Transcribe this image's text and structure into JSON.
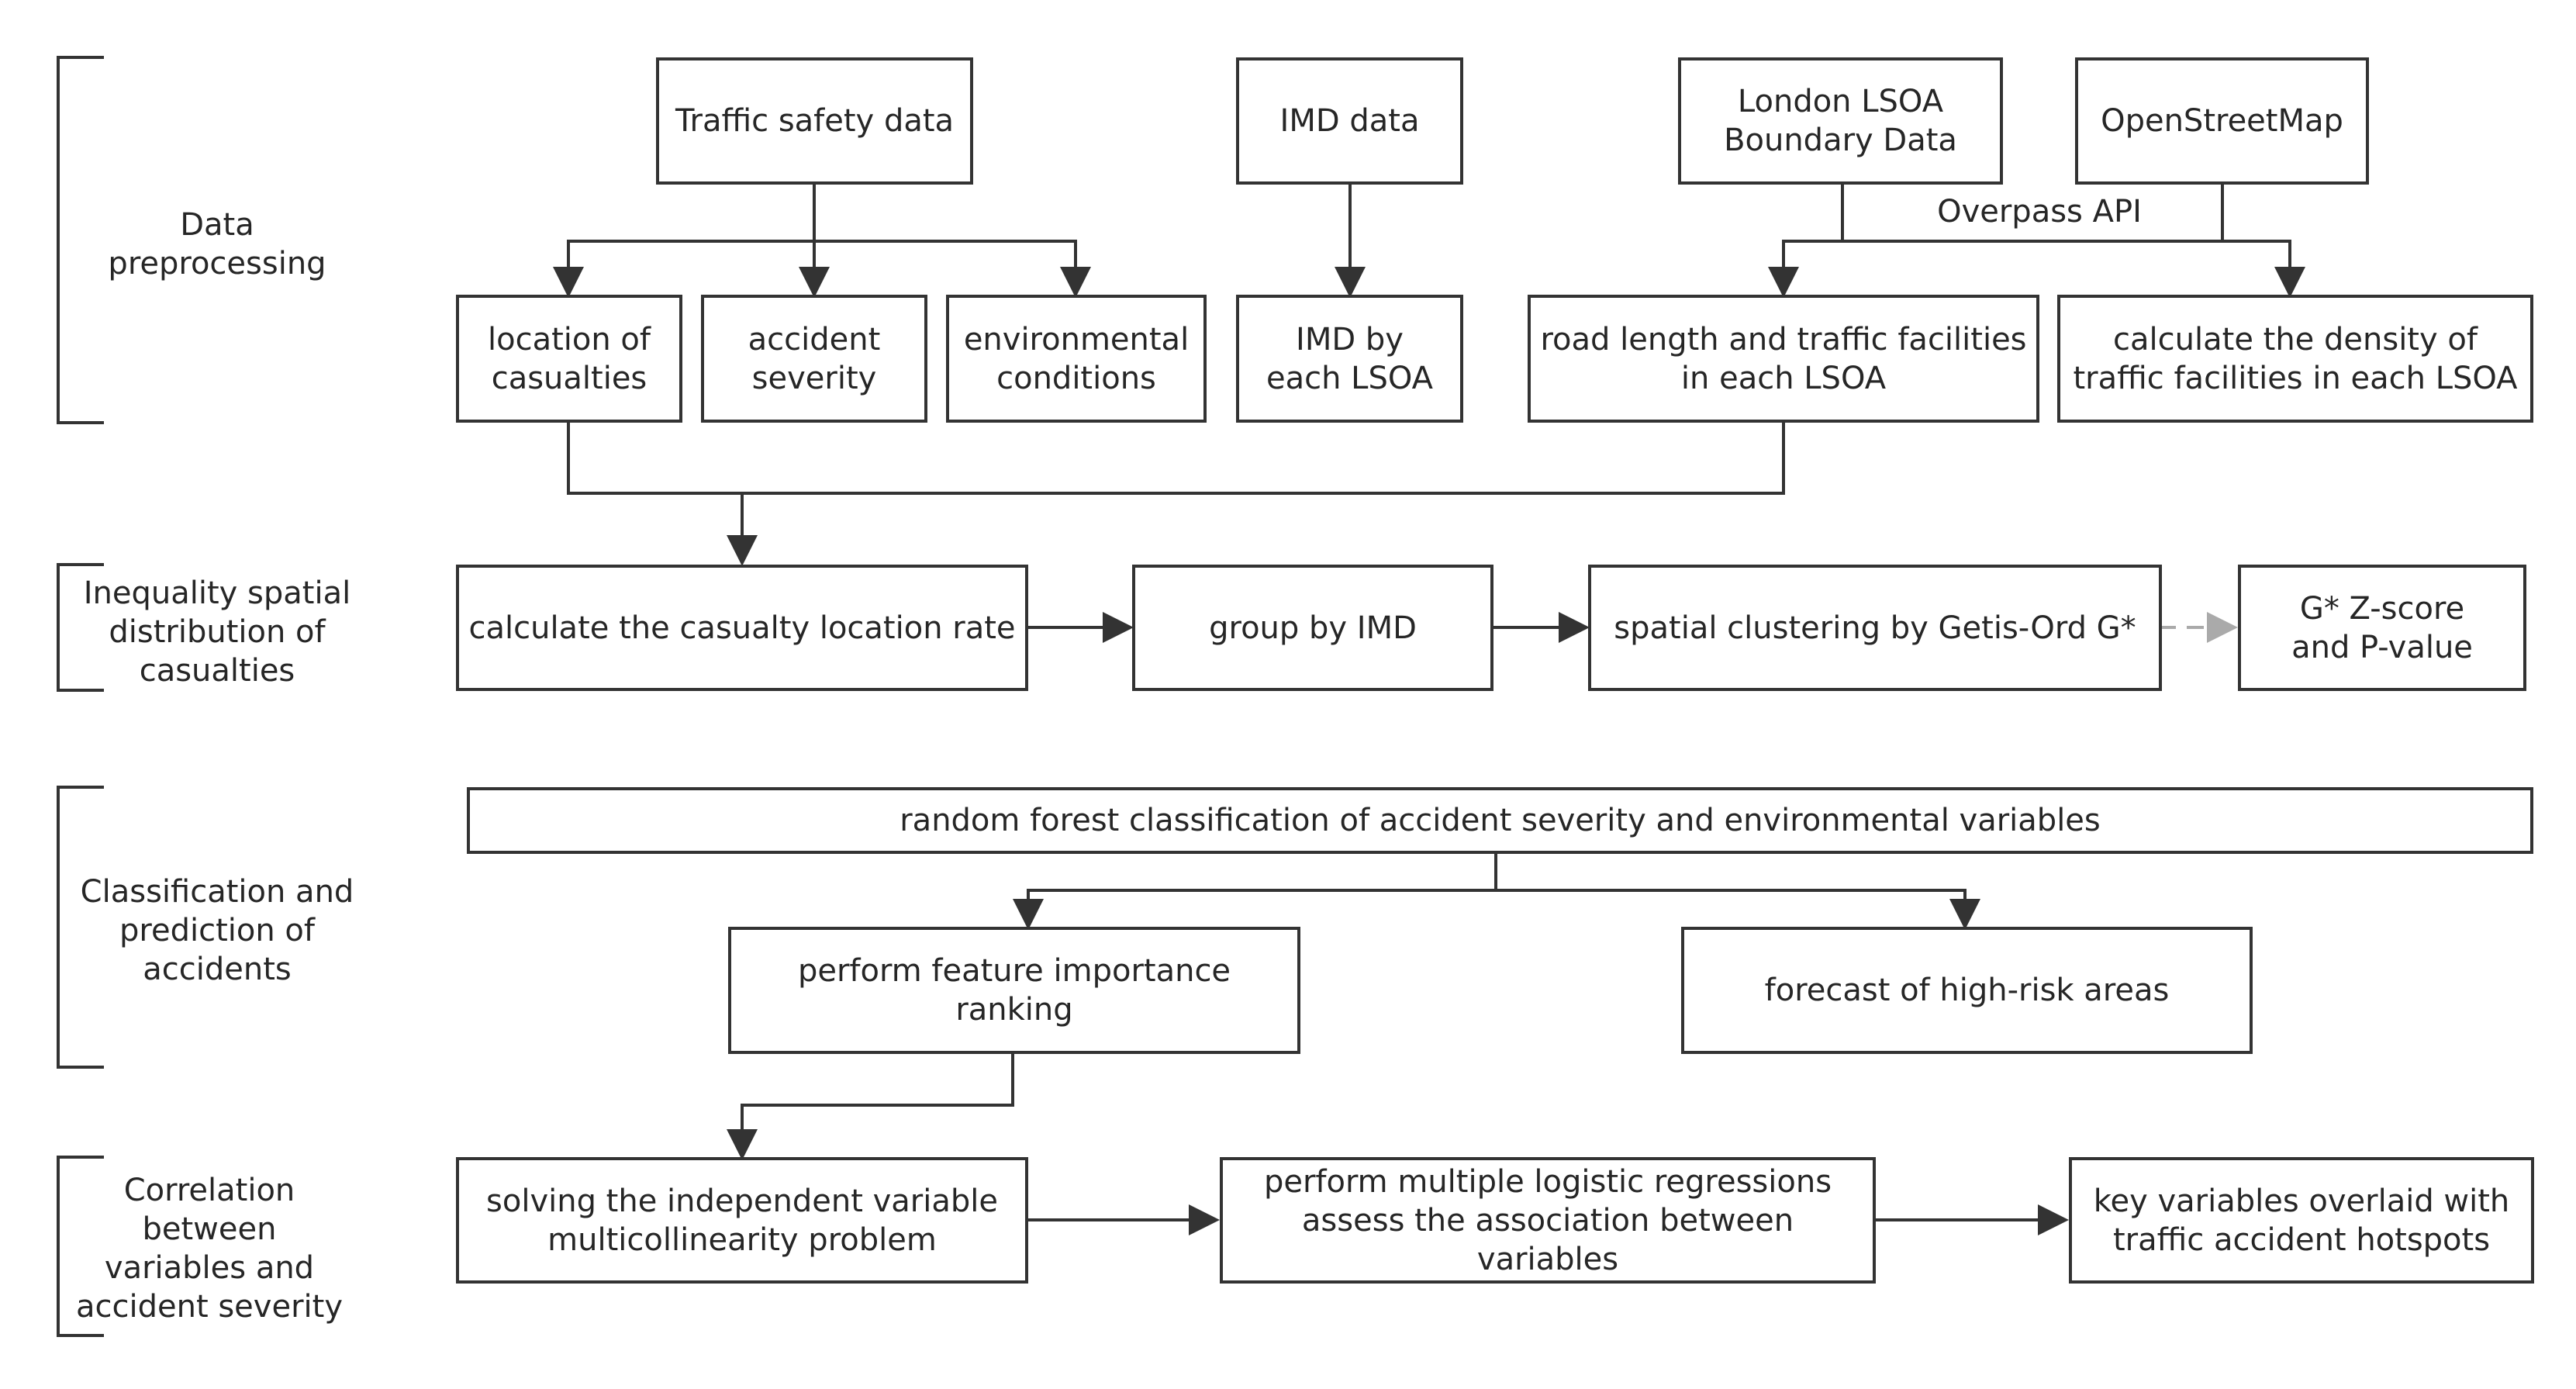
{
  "colors": {
    "line": "#333333",
    "dashed": "#aaaaaa",
    "text": "#262626"
  },
  "stages": {
    "data_preprocessing": "Data\npreprocessing",
    "inequality": "Inequality spatial\ndistribution of\ncasualties",
    "classification": "Classification and\nprediction of\naccidents",
    "correlation": "Correlation\nbetween\nvariables and\naccident severity"
  },
  "nodes": {
    "traffic_safety_data": "Traffic safety data",
    "imd_data": "IMD data",
    "london_lsoa": "London LSOA\nBoundary Data",
    "openstreetmap": "OpenStreetMap",
    "location_of_casualties": "location of\ncasualties",
    "accident_severity": "accident\nseverity",
    "environmental_conditions": "environmental\nconditions",
    "imd_by_lsoa": "IMD by\neach LSOA",
    "road_length": "road length and traffic facilities\nin each LSOA",
    "density": "calculate the density of\ntraffic facilities in each LSOA",
    "casualty_rate": "calculate the casualty location rate",
    "group_by_imd": "group by IMD",
    "spatial_clustering": "spatial clustering by Getis-Ord G*",
    "gstar": "G* Z-score\nand P-value",
    "random_forest": "random forest classification of accident  severity and environmental variables",
    "feature_importance": "perform feature importance\nranking",
    "forecast": "forecast of high-risk areas",
    "multicollinearity": "solving the independent variable\nmulticollinearity problem",
    "logistic": "perform multiple logistic regressions\nassess the association between variables",
    "key_variables": "key variables overlaid with\ntraffic accident hotspots"
  },
  "edge_labels": {
    "overpass_api": "Overpass API"
  }
}
